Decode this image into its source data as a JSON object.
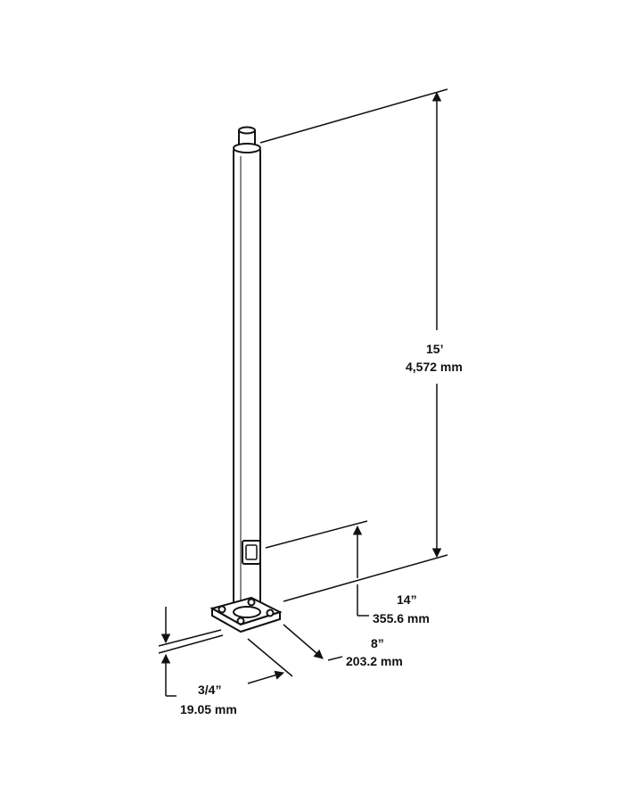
{
  "dimensions": {
    "height": {
      "imperial": "15’",
      "metric": "4,572 mm"
    },
    "handhole": {
      "imperial": "14”",
      "metric": "355.6 mm"
    },
    "base": {
      "imperial": "8”",
      "metric": "203.2 mm"
    },
    "plate": {
      "imperial": "3/4”",
      "metric": "19.05 mm"
    }
  },
  "colors": {
    "line": "#111111",
    "background": "#ffffff"
  }
}
